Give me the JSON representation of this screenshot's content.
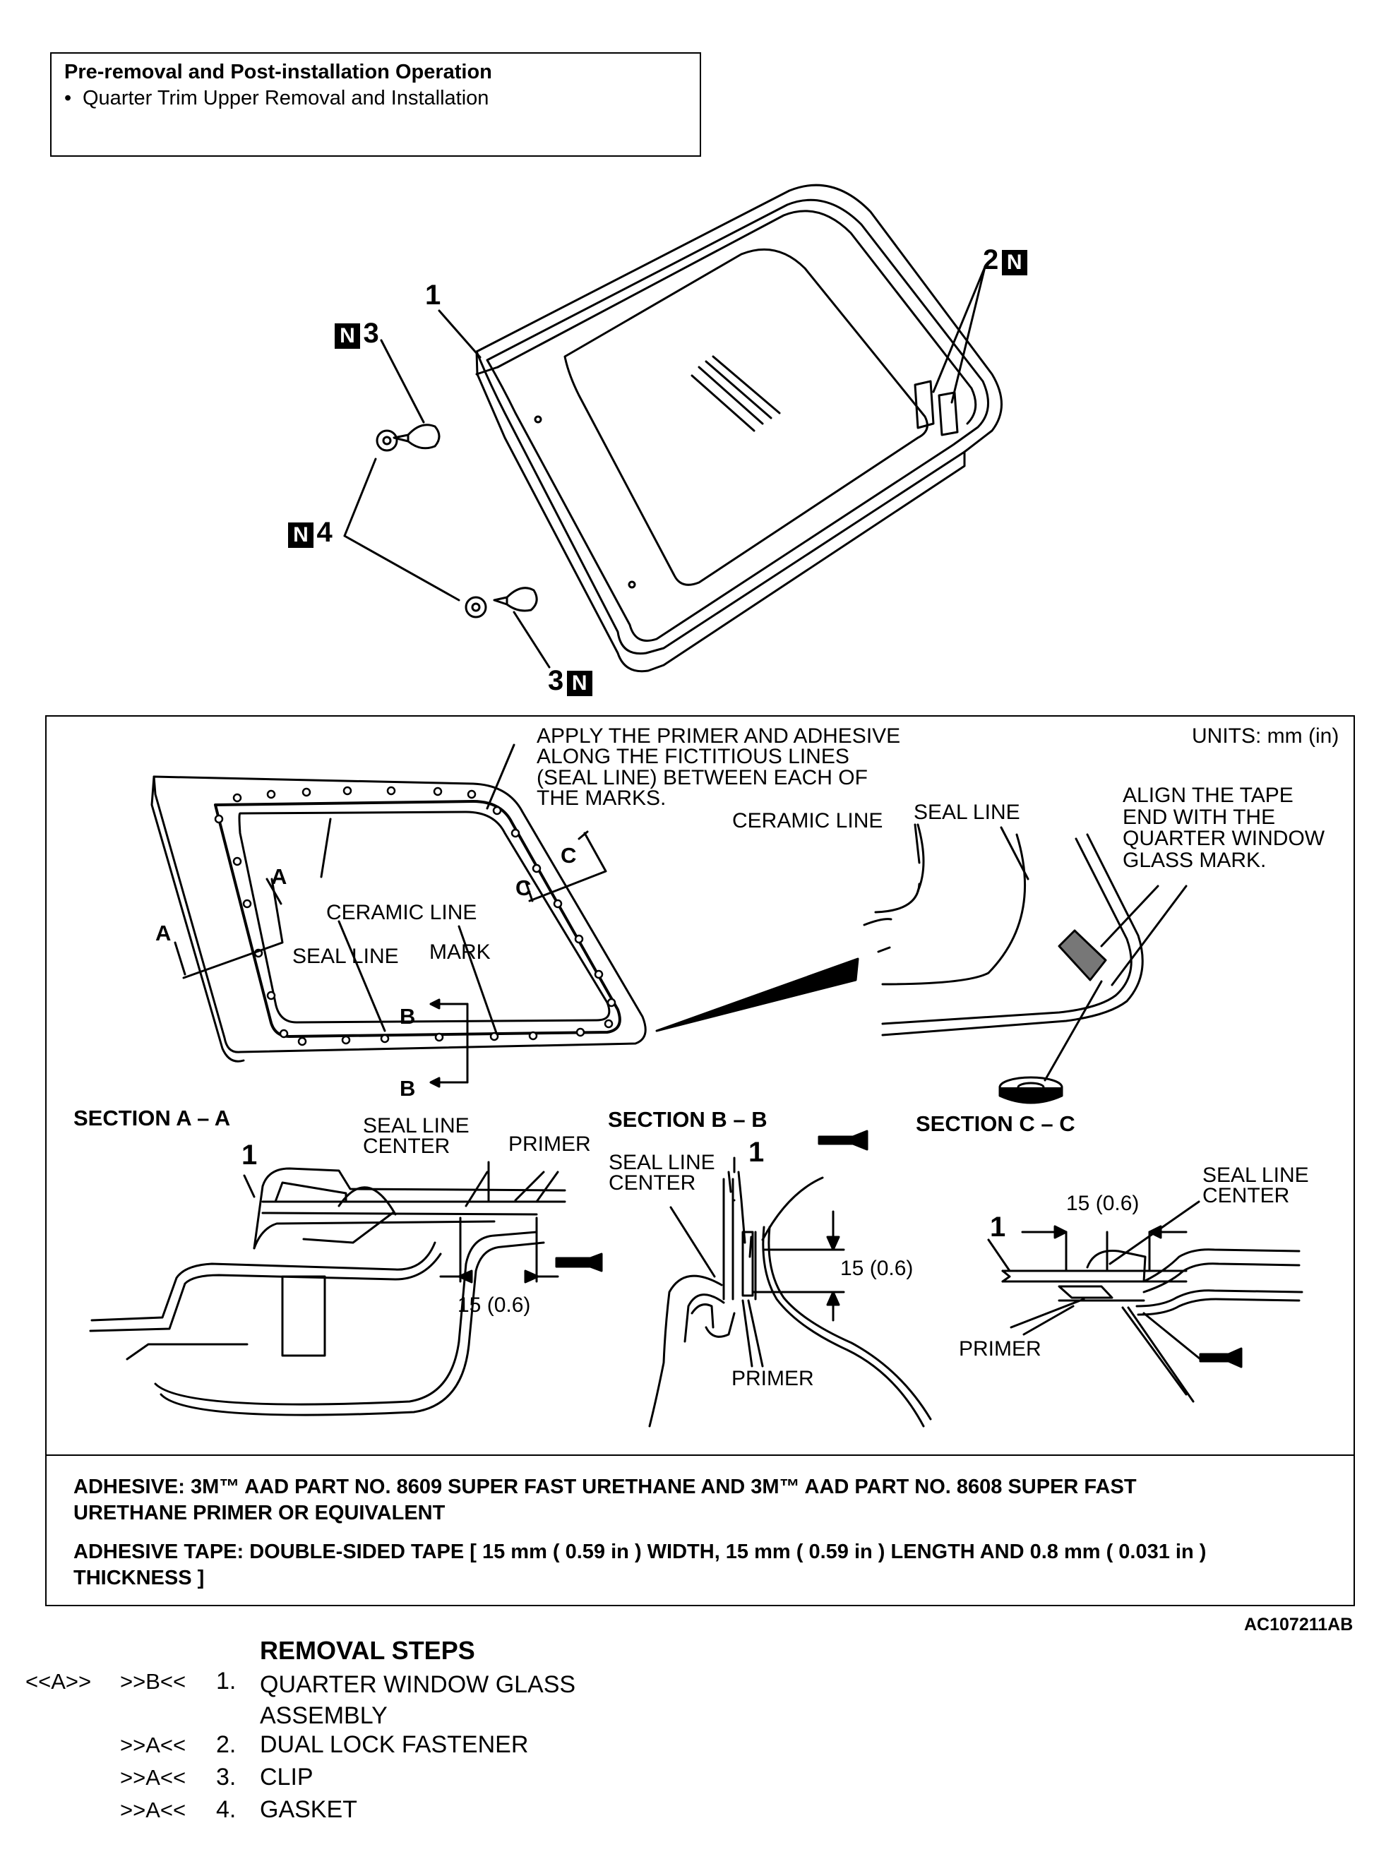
{
  "pre_op": {
    "title": "Pre-removal and Post-installation Operation",
    "bullet": "•",
    "item": "Quarter Trim Upper Removal and Installation"
  },
  "exploded": {
    "callout_1": "1",
    "callout_2": "2",
    "callout_3_top": "3",
    "callout_3_bottom": "3",
    "callout_4": "4",
    "new_part_symbol": "N"
  },
  "detail": {
    "instruction": [
      "APPLY THE PRIMER AND ADHESIVE",
      "ALONG THE FICTITIOUS LINES",
      "(SEAL LINE) BETWEEN EACH OF",
      "THE MARKS."
    ],
    "units": "UNITS: mm (in)",
    "ceramic_line": "CERAMIC LINE",
    "seal_line": "SEAL LINE",
    "mark": "MARK",
    "align_note": [
      "ALIGN THE TAPE",
      "END WITH THE",
      "QUARTER WINDOW",
      "GLASS MARK."
    ],
    "sec_a": "A",
    "sec_b": "B",
    "sec_c": "C"
  },
  "sections": {
    "a_title": "SECTION A – A",
    "b_title": "SECTION B – B",
    "c_title": "SECTION C – C",
    "seal_line_center": [
      "SEAL LINE",
      "CENTER"
    ],
    "primer": "PRIMER",
    "dim": "15 (0.6)",
    "part_1": "1"
  },
  "notes": {
    "adhesive": [
      "ADHESIVE: 3M™ AAD PART NO. 8609 SUPER FAST URETHANE AND 3M™ AAD PART NO. 8608 SUPER FAST",
      "URETHANE PRIMER OR EQUIVALENT"
    ],
    "tape": [
      "ADHESIVE TAPE: DOUBLE-SIDED TAPE [ 15 mm ( 0.59 in ) WIDTH, 15 mm ( 0.59 in ) LENGTH AND 0.8 mm ( 0.031 in )",
      "THICKNESS ]"
    ]
  },
  "figure_code": "AC107211AB",
  "removal": {
    "heading": "REMOVAL STEPS",
    "steps": [
      {
        "ref_removal": "<<A>>",
        "ref_install": ">>B<<",
        "num": "1.",
        "label": [
          "QUARTER WINDOW GLASS",
          "ASSEMBLY"
        ]
      },
      {
        "ref_removal": "",
        "ref_install": ">>A<<",
        "num": "2.",
        "label": [
          "DUAL LOCK FASTENER"
        ]
      },
      {
        "ref_removal": "",
        "ref_install": ">>A<<",
        "num": "3.",
        "label": [
          "CLIP"
        ]
      },
      {
        "ref_removal": "",
        "ref_install": ">>A<<",
        "num": "4.",
        "label": [
          "GASKET"
        ]
      }
    ]
  }
}
